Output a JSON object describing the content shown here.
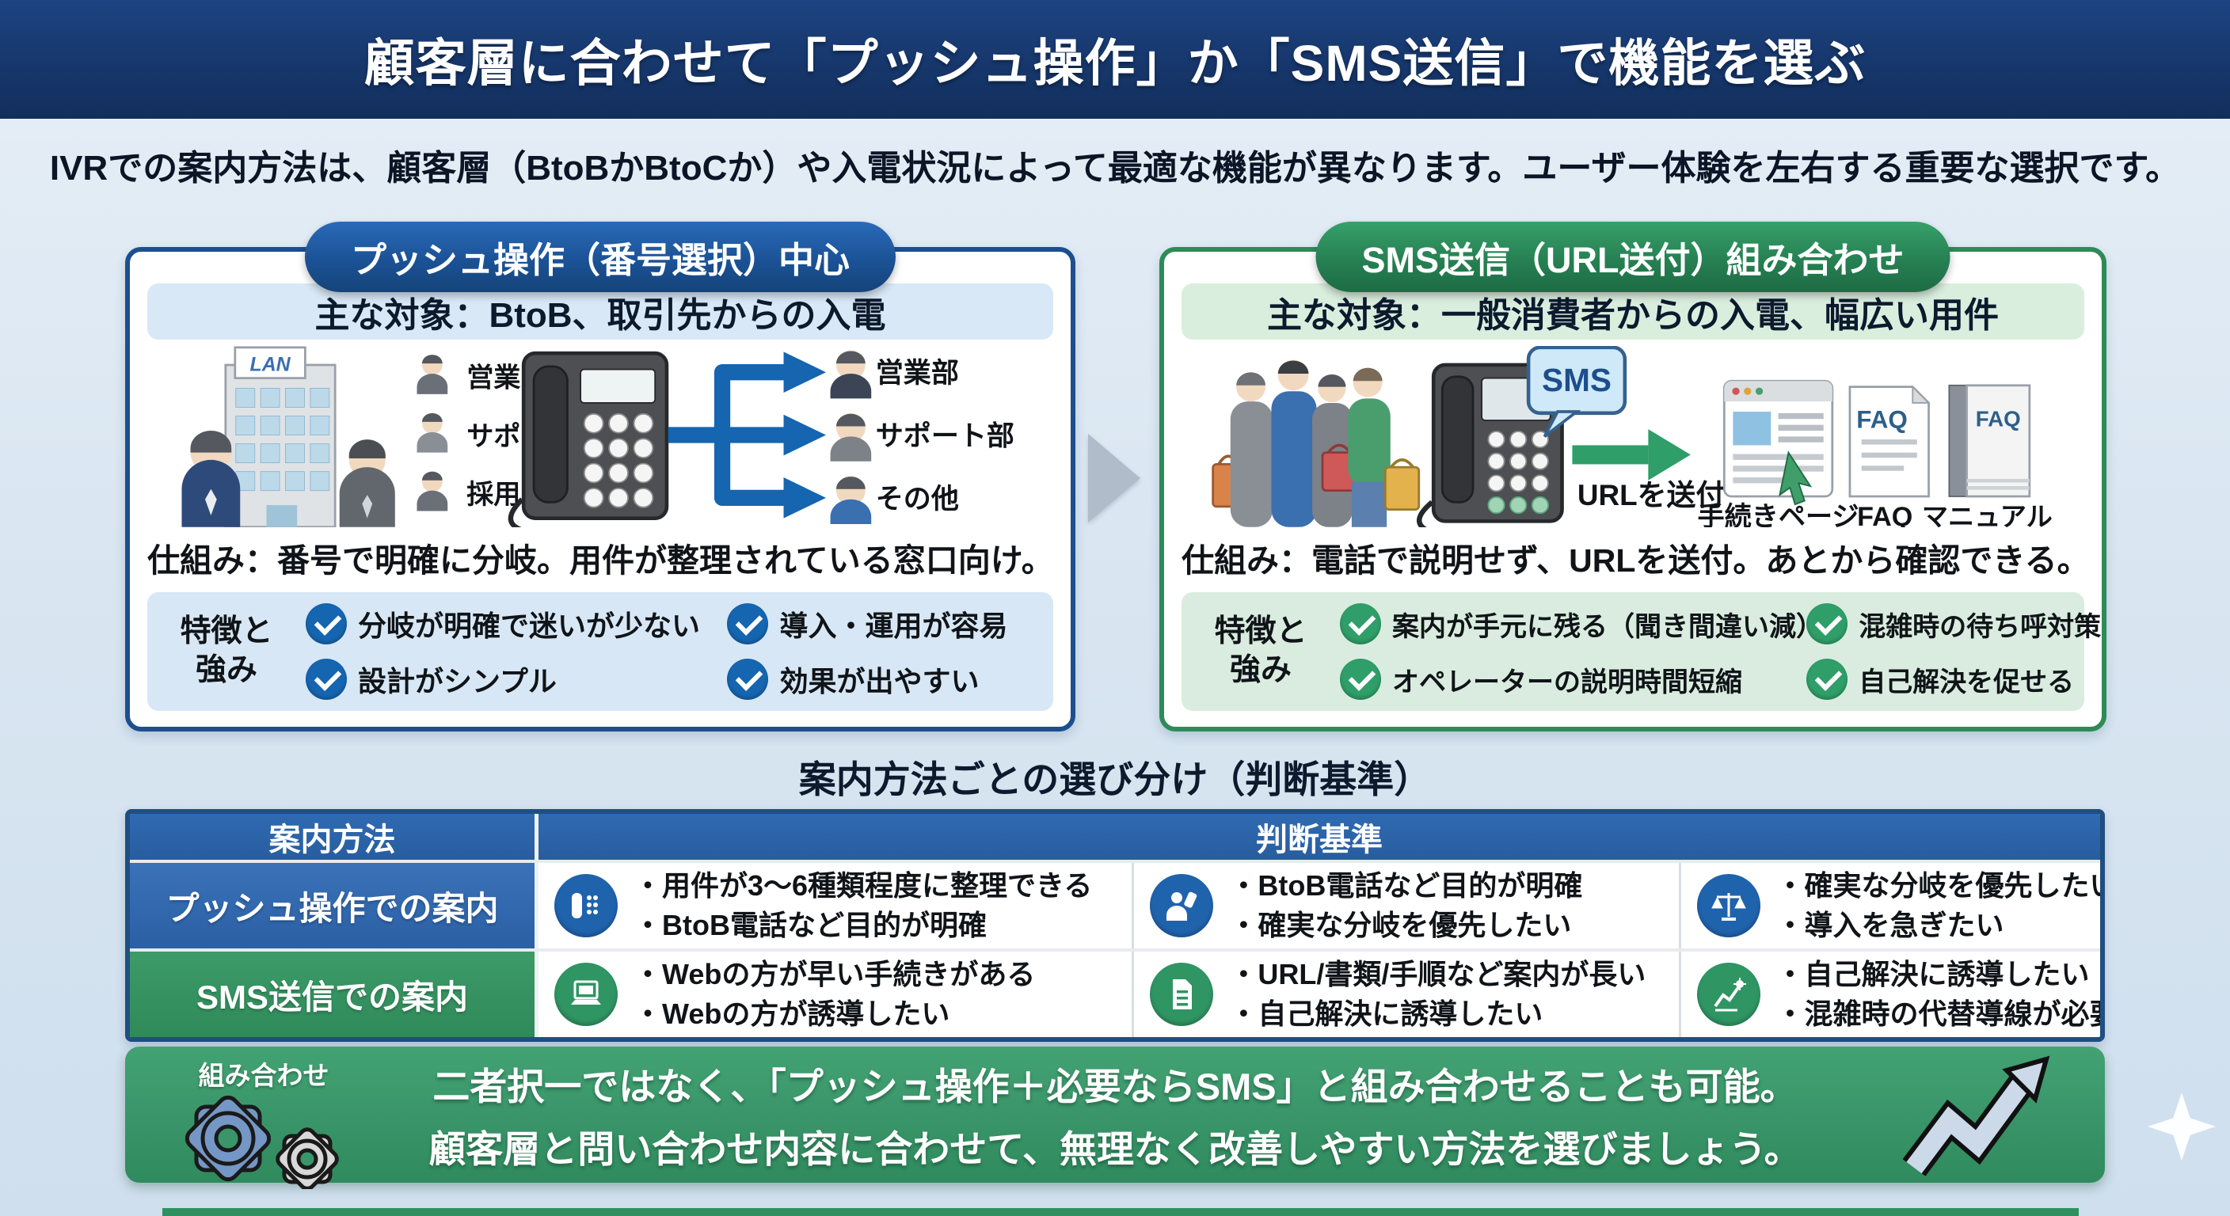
{
  "header": {
    "title": "顧客層に合わせて「プッシュ操作」か「SMS送信」で機能を選ぶ"
  },
  "intro": "IVRでの案内方法は、顧客層（BtoBかBtoCか）や入電状況によって最適な機能が異なります。ユーザー体験を左右する重要な選択です。",
  "push_panel": {
    "badge": "プッシュ操作（番号選択）中心",
    "target": "主な対象：BtoB、取引先からの入電",
    "illustration": {
      "building_sign": "LAN",
      "callers": [
        "営業",
        "サポート",
        "採用"
      ],
      "branches": [
        "営業部",
        "サポート部",
        "その他"
      ]
    },
    "mechanism": "仕組み：番号で明確に分岐。用件が整理されている窓口向け。",
    "features_label_line1": "特徴と",
    "features_label_line2": "強み",
    "features": [
      "分岐が明確で迷いが少ない",
      "導入・運用が容易",
      "設計がシンプル",
      "効果が出やすい"
    ]
  },
  "sms_panel": {
    "badge": "SMS送信（URL送付）組み合わせ",
    "target": "主な対象：一般消費者からの入電、幅広い用件",
    "illustration": {
      "sms_bubble": "SMS",
      "arrow_label": "URLを送付",
      "page_label": "手続きページ",
      "faq_label": "FAQ",
      "manual_label": "マニュアル",
      "faq_doc_text": "FAQ",
      "manual_text": "FAQ"
    },
    "mechanism": "仕組み：電話で説明せず、URLを送付。あとから確認できる。",
    "features_label_line1": "特徴と",
    "features_label_line2": "強み",
    "features": [
      "案内が手元に残る（聞き間違い減）",
      "混雑時の待ち呼対策",
      "オペレーターの説明時間短縮",
      "自己解決を促せる"
    ]
  },
  "table": {
    "title": "案内方法ごとの選び分け（判断基準）",
    "col_method": "案内方法",
    "col_criteria": "判断基準",
    "rows": [
      {
        "label": "プッシュ操作での案内",
        "cells": [
          {
            "icon": "phone-icon",
            "items": [
              "・用件が3～6種類程度に整理できる",
              "・BtoB電話など目的が明確"
            ]
          },
          {
            "icon": "person-phone-icon",
            "items": [
              "・BtoB電話など目的が明確",
              "・確実な分岐を優先したい"
            ]
          },
          {
            "icon": "scales-icon",
            "items": [
              "・確実な分岐を優先したい",
              "・導入を急ぎたい"
            ]
          }
        ]
      },
      {
        "label": "SMS送信での案内",
        "cells": [
          {
            "icon": "laptop-icon",
            "items": [
              "・Webの方が早い手続きがある",
              "・Webの方が誘導したい"
            ]
          },
          {
            "icon": "document-icon",
            "items": [
              "・URL/書類/手順など案内が長い",
              "・自己解決に誘導したい"
            ]
          },
          {
            "icon": "trend-gear-icon",
            "items": [
              "・自己解決に誘導したい",
              "・混雑時の代替導線が必要"
            ]
          }
        ]
      }
    ]
  },
  "footer": {
    "tag": "組み合わせ",
    "line1": "二者択一ではなく、「プッシュ操作＋必要ならSMS」と組み合わせることも可能。",
    "line2": "顧客層と問い合わせ内容に合わせて、無理なく改善しやすい方法を選びましょう。"
  }
}
